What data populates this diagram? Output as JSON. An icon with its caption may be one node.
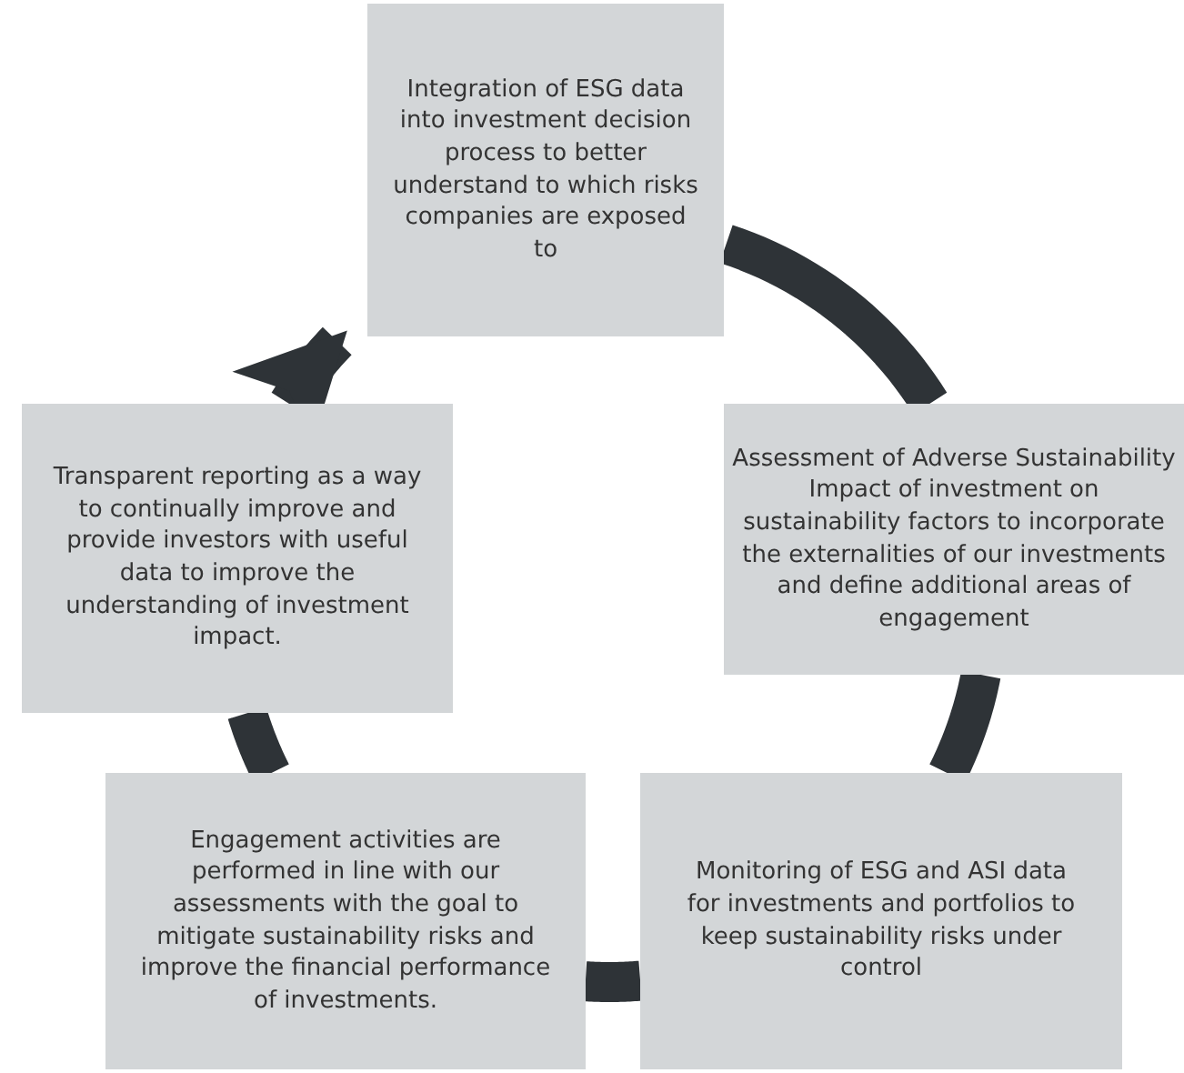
{
  "diagram": {
    "nodes": [
      {
        "text": [
          "Integration of ESG data into investment decision process to better understand to which risks companies are exposed to"
        ]
      },
      {
        "text": [
          "Transparent reporting as a way to continually improve and provide investors with useful data to improve the understanding of investment impact."
        ]
      },
      {
        "text": [
          "Assessment of Adverse Sustainability Impact of investment on sustainability factors to incorporate the externalities of our investments and define additional areas of engagement"
        ]
      },
      {
        "text": [
          "Engagement activities are performed in line with our assessments with the goal to mitigate sustainability risks and improve the financial performance of investments."
        ]
      },
      {
        "text": [
          "Monitoring of ESG and ASI data for investments and portfolios to keep sustainability risks under control"
        ]
      }
    ],
    "edges": [
      {
        "from": 0,
        "to": 2,
        "arrow": "none"
      },
      {
        "from": 2,
        "to": 4,
        "arrow": "none"
      },
      {
        "from": 4,
        "to": 3,
        "arrow": "none"
      },
      {
        "from": 3,
        "to": 1,
        "arrow": "none"
      },
      {
        "from": 1,
        "to": 0,
        "arrow": "to"
      }
    ]
  }
}
